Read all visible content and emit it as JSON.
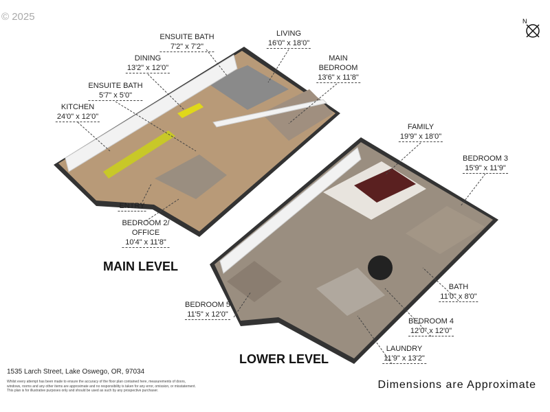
{
  "copyright": "© 2025",
  "address": "1535 Larch Street, Lake Oswego, OR, 97034",
  "disclaimer": [
    "Whilst every attempt has been made to ensure the accuracy of the floor plan contained here, measurements of doors,",
    "windows, rooms and any other items are approximate and no responsibility is taken for any error, omission, or misstatement.",
    "This plan is for illustrative purposes only and should be used as such by any prospective purchaser."
  ],
  "footer_note": "Dimensions are Approximate",
  "compass": {
    "label": "N",
    "icon": "compass-icon"
  },
  "levels": {
    "main": "MAIN LEVEL",
    "lower": "LOWER LEVEL"
  },
  "rooms": {
    "ensuite_bath_1": {
      "name": "ENSUITE BATH",
      "dim": "7'2\" x 7'2\""
    },
    "living": {
      "name": "LIVING",
      "dim": "16'0\" x 18'0\""
    },
    "main_bedroom": {
      "name1": "MAIN",
      "name2": "BEDROOM",
      "dim": "13'6\" x 11'8\""
    },
    "dining": {
      "name": "DINING",
      "dim": "13'2\" x 12'0\""
    },
    "ensuite_bath_2": {
      "name": "ENSUITE BATH",
      "dim": "5'7\" x 5'0\""
    },
    "kitchen": {
      "name": "KITCHEN",
      "dim": "24'0\" x 12'0\""
    },
    "entry": {
      "name": "ENTRY"
    },
    "bedroom2": {
      "name1": "BEDROOM 2/",
      "name2": "OFFICE",
      "dim": "10'4\" x 11'8\""
    },
    "family": {
      "name": "FAMILY",
      "dim": "19'9\" x 18'0\""
    },
    "bedroom3": {
      "name": "BEDROOM 3",
      "dim": "15'9\" x 11'9\""
    },
    "bath": {
      "name": "BATH",
      "dim": "11'0\" x 8'0\""
    },
    "bedroom4": {
      "name": "BEDROOM 4",
      "dim": "12'0\" x 12'0\""
    },
    "laundry": {
      "name": "LAUNDRY",
      "dim": "11'9\" x 13'2\""
    },
    "bedroom5": {
      "name": "BEDROOM 5",
      "dim": "11'5\" x 12'0\""
    }
  },
  "colors": {
    "floor_wood": "#b89a78",
    "floor_carpet": "#8a7d70",
    "wall": "#f2f2f2",
    "wall_edge": "#333333",
    "kitchen_counter": "#c8c828",
    "rug": "#5a2020"
  }
}
